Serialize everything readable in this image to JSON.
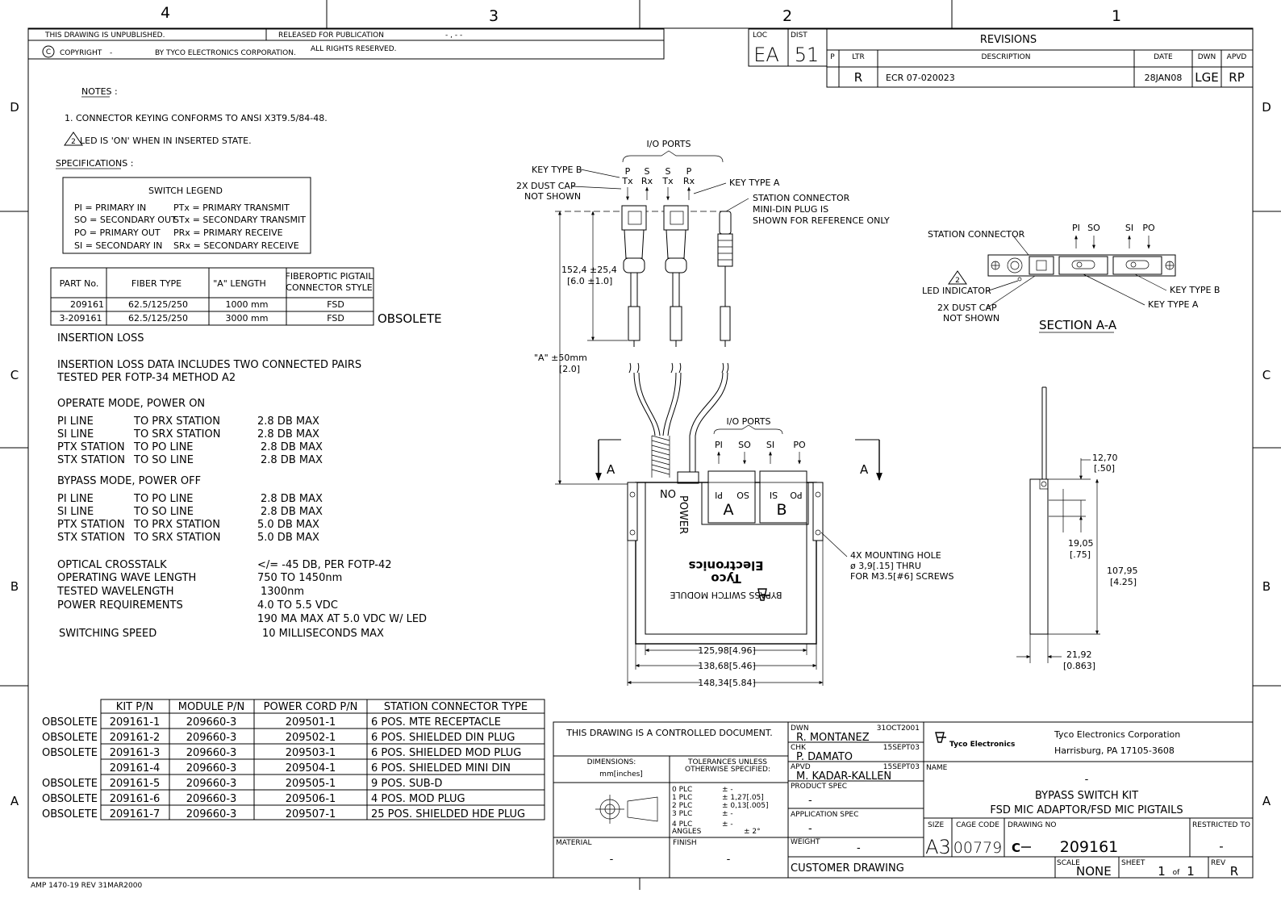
{
  "zones": {
    "top": [
      "4",
      "3",
      "2",
      "1"
    ],
    "side_left": [
      "D",
      "C",
      "B",
      "A"
    ],
    "side_right": [
      "D",
      "C",
      "B",
      "A"
    ]
  },
  "header": {
    "unpublished": "THIS DRAWING IS UNPUBLISHED.",
    "released": "RELEASED FOR PUBLICATION",
    "released_date": "- , -  -",
    "copyright_symbol": "C",
    "copyright": "COPYRIGHT",
    "copyright_dash": "-",
    "by": "BY TYCO ELECTRONICS CORPORATION.",
    "rights": "ALL RIGHTS RESERVED.",
    "loc_label": "LOC",
    "loc_value": "EA",
    "dist_label": "DIST",
    "dist_value": "51"
  },
  "revisions": {
    "title": "REVISIONS",
    "col_p": "P",
    "col_ltr": "LTR",
    "col_desc": "DESCRIPTION",
    "col_date": "DATE",
    "col_dwn": "DWN",
    "col_apvd": "APVD",
    "ltr": "R",
    "desc": "ECR 07-020023",
    "date": "28JAN08",
    "dwn": "LGE",
    "apvd": "RP"
  },
  "notes": {
    "title": "NOTES :",
    "n1": "1. CONNECTOR KEYING CONFORMS TO ANSI X3T9.5/84-48.",
    "n2_num": "2",
    "n2": "LED IS 'ON' WHEN IN INSERTED STATE.",
    "spec_title": "SPECIFICATIONS :"
  },
  "switch_legend": {
    "title": "SWITCH LEGEND",
    "rows": [
      [
        "PI = PRIMARY IN",
        "PTx = PRIMARY TRANSMIT"
      ],
      [
        "SO = SECONDARY OUT",
        "STx = SECONDARY TRANSMIT"
      ],
      [
        "PO = PRIMARY OUT",
        "PRx = PRIMARY RECEIVE"
      ],
      [
        "SI = SECONDARY IN",
        "SRx = SECONDARY RECEIVE"
      ]
    ]
  },
  "part_table": {
    "headers": [
      "PART No.",
      "FIBER TYPE",
      "\"A\" LENGTH",
      "FIBEROPTIC PIGTAIL",
      "CONNECTOR STYLE"
    ],
    "rows": [
      [
        "209161",
        "62.5/125/250",
        "1000 mm",
        "FSD"
      ],
      [
        "3-209161",
        "62.5/125/250",
        "3000 mm",
        "FSD"
      ]
    ],
    "obsolete": "OBSOLETE"
  },
  "insertion": {
    "title": "INSERTION LOSS",
    "desc1": "INSERTION LOSS DATA INCLUDES TWO CONNECTED PAIRS",
    "desc2": "TESTED PER FOTP-34 METHOD A2",
    "operate_title": "OPERATE MODE, POWER ON",
    "operate": [
      [
        "PI LINE",
        "TO PRX STATION",
        "2.8 DB MAX"
      ],
      [
        "SI LINE",
        "TO SRX STATION",
        "2.8 DB MAX"
      ],
      [
        "PTX STATION",
        "TO PO LINE",
        "2.8 DB MAX"
      ],
      [
        "STX STATION",
        "TO SO LINE",
        "2.8 DB MAX"
      ]
    ],
    "bypass_title": "BYPASS MODE, POWER OFF",
    "bypass": [
      [
        "PI LINE",
        "TO PO LINE",
        "2.8 DB MAX"
      ],
      [
        "SI LINE",
        "TO SO LINE",
        "2.8 DB MAX"
      ],
      [
        "PTX STATION",
        "TO PRX STATION",
        "5.0 DB MAX"
      ],
      [
        "STX STATION",
        "TO SRX STATION",
        "5.0 DB MAX"
      ]
    ],
    "misc": [
      [
        "OPTICAL CROSSTALK",
        "</= -45 DB, PER FOTP-42"
      ],
      [
        "OPERATING WAVE LENGTH",
        "750 TO 1450nm"
      ],
      [
        "TESTED WAVELENGTH",
        "1300nm"
      ],
      [
        "POWER REQUIREMENTS",
        "4.0 TO 5.5 VDC"
      ],
      [
        "",
        "190 MA MAX AT 5.0 VDC W/ LED"
      ],
      [
        "SWITCHING SPEED",
        "10 MILLISECONDS MAX"
      ]
    ]
  },
  "kit_table": {
    "headers": [
      "KIT P/N",
      "MODULE P/N",
      "POWER CORD P/N",
      "STATION CONNECTOR TYPE"
    ],
    "rows": [
      [
        "OBSOLETE",
        "209161-1",
        "209660-3",
        "209501-1",
        "6 POS. MTE RECEPTACLE"
      ],
      [
        "OBSOLETE",
        "209161-2",
        "209660-3",
        "209502-1",
        "6 POS. SHIELDED DIN PLUG"
      ],
      [
        "OBSOLETE",
        "209161-3",
        "209660-3",
        "209503-1",
        "6 POS. SHIELDED MOD PLUG"
      ],
      [
        "",
        "209161-4",
        "209660-3",
        "209504-1",
        "6 POS. SHIELDED MINI DIN"
      ],
      [
        "OBSOLETE",
        "209161-5",
        "209660-3",
        "209505-1",
        "9 POS. SUB-D"
      ],
      [
        "OBSOLETE",
        "209161-6",
        "209660-3",
        "209506-1",
        "4 POS. MOD PLUG"
      ],
      [
        "OBSOLETE",
        "209161-7",
        "209660-3",
        "209507-1",
        "25 POS. SHIELDED HDE PLUG"
      ]
    ]
  },
  "drawing": {
    "io_ports_top": "I/O PORTS",
    "key_type_b": "KEY TYPE B",
    "key_type_a": "KEY TYPE A",
    "dust_cap": "2X DUST CAP",
    "not_shown": "NOT SHOWN",
    "port_labels_top": [
      "P",
      "S",
      "S",
      "P"
    ],
    "port_sub_top": [
      "Tx",
      "Rx",
      "Tx",
      "Rx"
    ],
    "station_conn_1": "STATION CONNECTOR",
    "station_conn_2": "MINI-DIN PLUG IS",
    "station_conn_3": "SHOWN FOR REFERENCE ONLY",
    "dim_152": "152,4 ±25,4",
    "dim_152_in": "[6.0 ±1.0]",
    "dim_a": "\"A\" ±50mm",
    "dim_a_in": "[2.0]",
    "io_ports_mid": "I/O PORTS",
    "port_labels_mid": [
      "PI",
      "SO",
      "SI",
      "PO"
    ],
    "section_letter": "A",
    "no_label": "NO",
    "power_label": "POWER",
    "panel_labels": [
      "PI",
      "SO",
      "SI",
      "PO"
    ],
    "panel_a": "A",
    "panel_b": "B",
    "module_text": "BYPASS SWITCH MODULE",
    "brand1": "Tyco",
    "brand2": "Electronics",
    "mount1": "4X MOUNTING HOLE",
    "mount2": "ø 3,9[.15] THRU",
    "mount3": "FOR M3.5[#6] SCREWS",
    "dim_125": "125,98[4.96]",
    "dim_138": "138,68[5.46]",
    "dim_148": "148,34[5.84]",
    "section_title": "SECTION A-A",
    "sec_station": "STATION CONNECTOR",
    "sec_ports": [
      "PI",
      "SO",
      "SI",
      "PO"
    ],
    "sec_led_num": "2",
    "sec_led": "LED INDICATOR",
    "sec_dust1": "2X DUST CAP",
    "sec_dust2": "NOT SHOWN",
    "sec_key_b": "KEY TYPE B",
    "sec_key_a": "KEY TYPE A",
    "dim_12": "12,70",
    "dim_12_in": "[.50]",
    "dim_19": "19,05",
    "dim_19_in": "[.75]",
    "dim_107": "107,95",
    "dim_107_in": "[4.25]",
    "dim_21": "21,92",
    "dim_21_in": "[0.863]"
  },
  "title_block": {
    "controlled": "THIS DRAWING IS A CONTROLLED DOCUMENT.",
    "dwn_label": "DWN",
    "dwn_name": "R. MONTANEZ",
    "dwn_date": "31OCT2001",
    "chk_label": "CHK",
    "chk_name": "P. DAMATO",
    "chk_date": "15SEPT03",
    "apvd_label": "APVD",
    "apvd_name": "M. KADAR-KALLEN",
    "apvd_date": "15SEPT03",
    "dimensions": "DIMENSIONS:",
    "dimensions_unit": "mm[inches]",
    "tolerances1": "TOLERANCES UNLESS",
    "tolerances2": "OTHERWISE SPECIFIED:",
    "tol_rows": [
      [
        "0 PLC",
        "± -"
      ],
      [
        "1 PLC",
        "± 1,27[.05]"
      ],
      [
        "2 PLC",
        "± 0,13[.005]"
      ],
      [
        "3 PLC",
        "± -"
      ],
      [
        "4 PLC",
        "± -"
      ],
      [
        "ANGLES",
        "± 2°"
      ]
    ],
    "material_label": "MATERIAL",
    "material_value": "-",
    "finish_label": "FINISH",
    "finish_value": "-",
    "product_spec_label": "PRODUCT SPEC",
    "product_spec_value": "-",
    "app_spec_label": "APPLICATION SPEC",
    "app_spec_value": "-",
    "weight_label": "WEIGHT",
    "weight_value": "-",
    "customer_drawing": "CUSTOMER DRAWING",
    "company_logo": "Tyco Electronics",
    "company_name": "Tyco Electronics Corporation",
    "company_city": "Harrisburg, PA 17105-3608",
    "name_label": "NAME",
    "name_dash": "-",
    "name1": "BYPASS SWITCH KIT",
    "name2": "FSD MIC ADAPTOR/FSD MIC PIGTAILS",
    "size_label": "SIZE",
    "size_value": "A3",
    "cage_label": "CAGE CODE",
    "cage_value": "00779",
    "dwg_label": "DRAWING NO",
    "dwg_value": "209161",
    "restricted_label": "RESTRICTED TO",
    "restricted_value": "-",
    "scale_label": "SCALE",
    "scale_value": "NONE",
    "sheet_label": "SHEET",
    "sheet_value": "1",
    "sheet_of": "of",
    "sheet_total": "1",
    "rev_label": "REV",
    "rev_value": "R"
  },
  "footer": "AMP 1470-19 REV 31MAR2000"
}
